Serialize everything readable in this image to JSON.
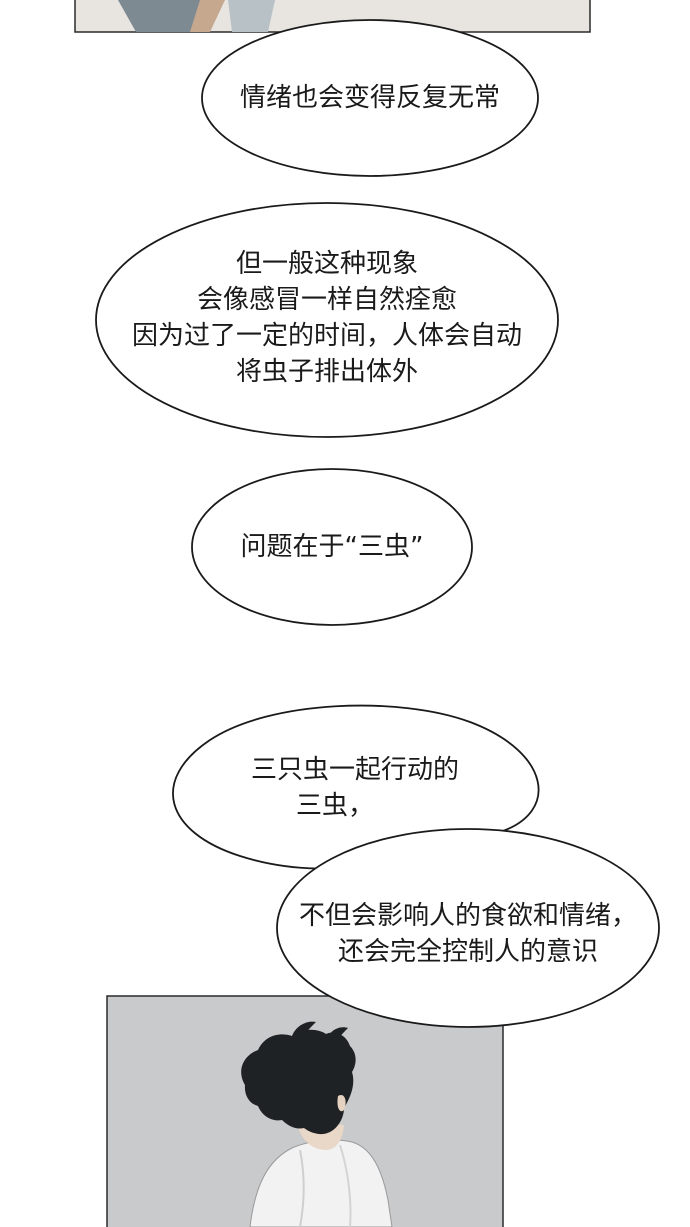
{
  "bubbles": [
    {
      "lines": [
        "情绪也会变得反复无常"
      ]
    },
    {
      "lines": [
        "但一般这种现象",
        "会像感冒一样自然痊愈",
        "因为过了一定的时间，人体会自动",
        "将虫子排出体外"
      ]
    },
    {
      "lines": [
        "问题在于“三虫”"
      ]
    },
    {
      "lines": [
        "三只虫一起行动的",
        "三虫，"
      ]
    },
    {
      "lines": [
        "不但会影响人的食欲和情绪，",
        "还会完全控制人的意识"
      ]
    }
  ],
  "colors": {
    "panel_gray": "#c9cacb",
    "hair": "#1f2224",
    "shirt": "#f2f2f2",
    "outline": "#1a1a1a"
  }
}
